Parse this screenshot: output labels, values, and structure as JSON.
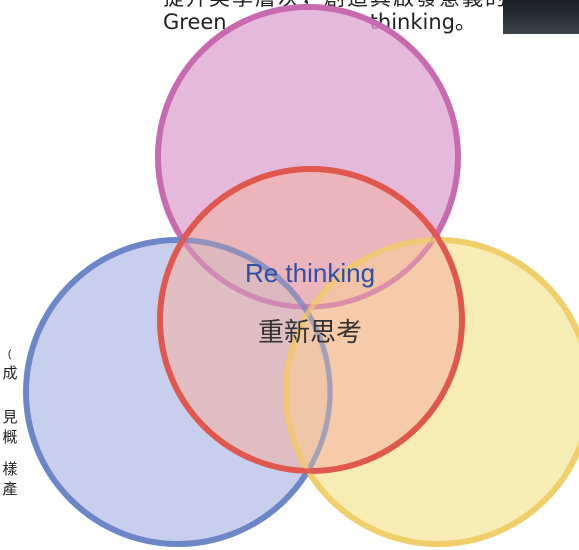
{
  "top_text": {
    "line1": "提升美學層次，創造其啟發意義的",
    "line2_left": "Green",
    "line2_right": "thinking。"
  },
  "side_text": [
    "﹙",
    "成",
    "",
    "見",
    "概",
    "樣",
    "產"
  ],
  "diagram": {
    "center_title": "Re thinking",
    "center_subtitle": "重新思考",
    "circles": [
      {
        "name": "top",
        "color": "#c86ab0",
        "fill": "#d88cc6"
      },
      {
        "name": "left",
        "color": "#6e86c8",
        "fill": "#b7c0e6"
      },
      {
        "name": "right",
        "color": "#f0cf6a",
        "fill": "#f7e79e"
      },
      {
        "name": "center",
        "color": "#e0584e",
        "fill": "#f0a89a"
      }
    ]
  }
}
